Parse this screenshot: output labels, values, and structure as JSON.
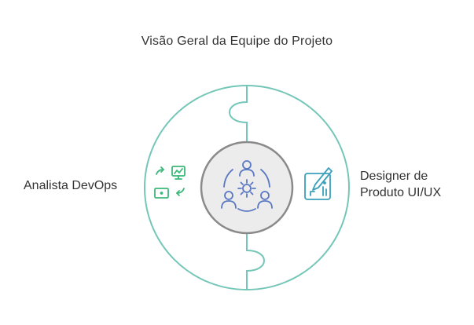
{
  "title": "Visão Geral da Equipe do Projeto",
  "left": {
    "label": "Analista DevOps",
    "icon": "devops-monitor-icon"
  },
  "right": {
    "line1": "Designer de",
    "line2": "Produto UI/UX",
    "icon": "design-tablet-icon"
  },
  "center": {
    "icon": "team-gear-icon"
  },
  "colors": {
    "ring": "#74c7b8",
    "left_icon": "#3cb87a",
    "right_icon": "#3aa0bb",
    "center_fill": "#ececec",
    "center_stroke": "#8a8a8a",
    "center_icon": "#5a78c4"
  }
}
